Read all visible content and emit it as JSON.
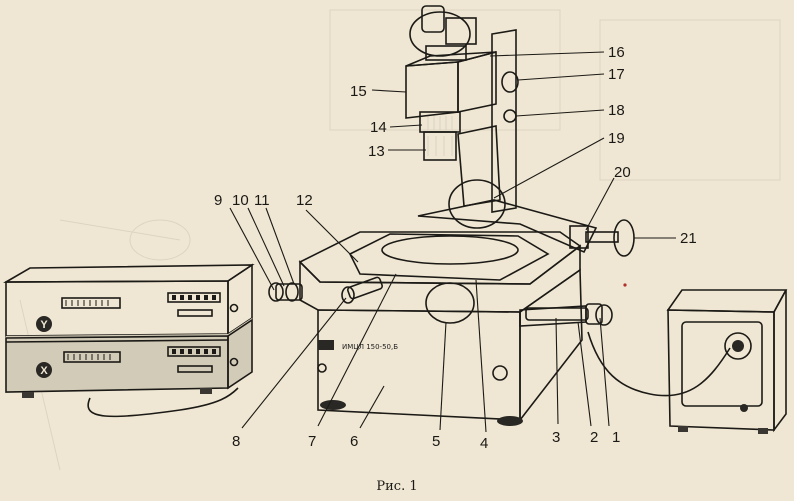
{
  "figure": {
    "caption": "Рис. 1",
    "model_label": "ИМЦЛ 150-50,Б",
    "panel_y_letter": "Y",
    "panel_x_letter": "X"
  },
  "callouts": [
    {
      "id": "1",
      "label": "1"
    },
    {
      "id": "2",
      "label": "2"
    },
    {
      "id": "3",
      "label": "3"
    },
    {
      "id": "4",
      "label": "4"
    },
    {
      "id": "5",
      "label": "5"
    },
    {
      "id": "6",
      "label": "6"
    },
    {
      "id": "7",
      "label": "7"
    },
    {
      "id": "8",
      "label": "8"
    },
    {
      "id": "9",
      "label": "9"
    },
    {
      "id": "10",
      "label": "10"
    },
    {
      "id": "11",
      "label": "11"
    },
    {
      "id": "12",
      "label": "12"
    },
    {
      "id": "13",
      "label": "13"
    },
    {
      "id": "14",
      "label": "14"
    },
    {
      "id": "15",
      "label": "15"
    },
    {
      "id": "16",
      "label": "16"
    },
    {
      "id": "17",
      "label": "17"
    },
    {
      "id": "18",
      "label": "18"
    },
    {
      "id": "19",
      "label": "19"
    },
    {
      "id": "20",
      "label": "20"
    },
    {
      "id": "21",
      "label": "21"
    }
  ],
  "colors": {
    "paper": "#efe7d3",
    "ink": "#1c1a16",
    "shade": "#6b665c",
    "light_metal": "#d9d3c4",
    "dark_metal": "#3a3733",
    "red_mark": "#b0302a"
  }
}
